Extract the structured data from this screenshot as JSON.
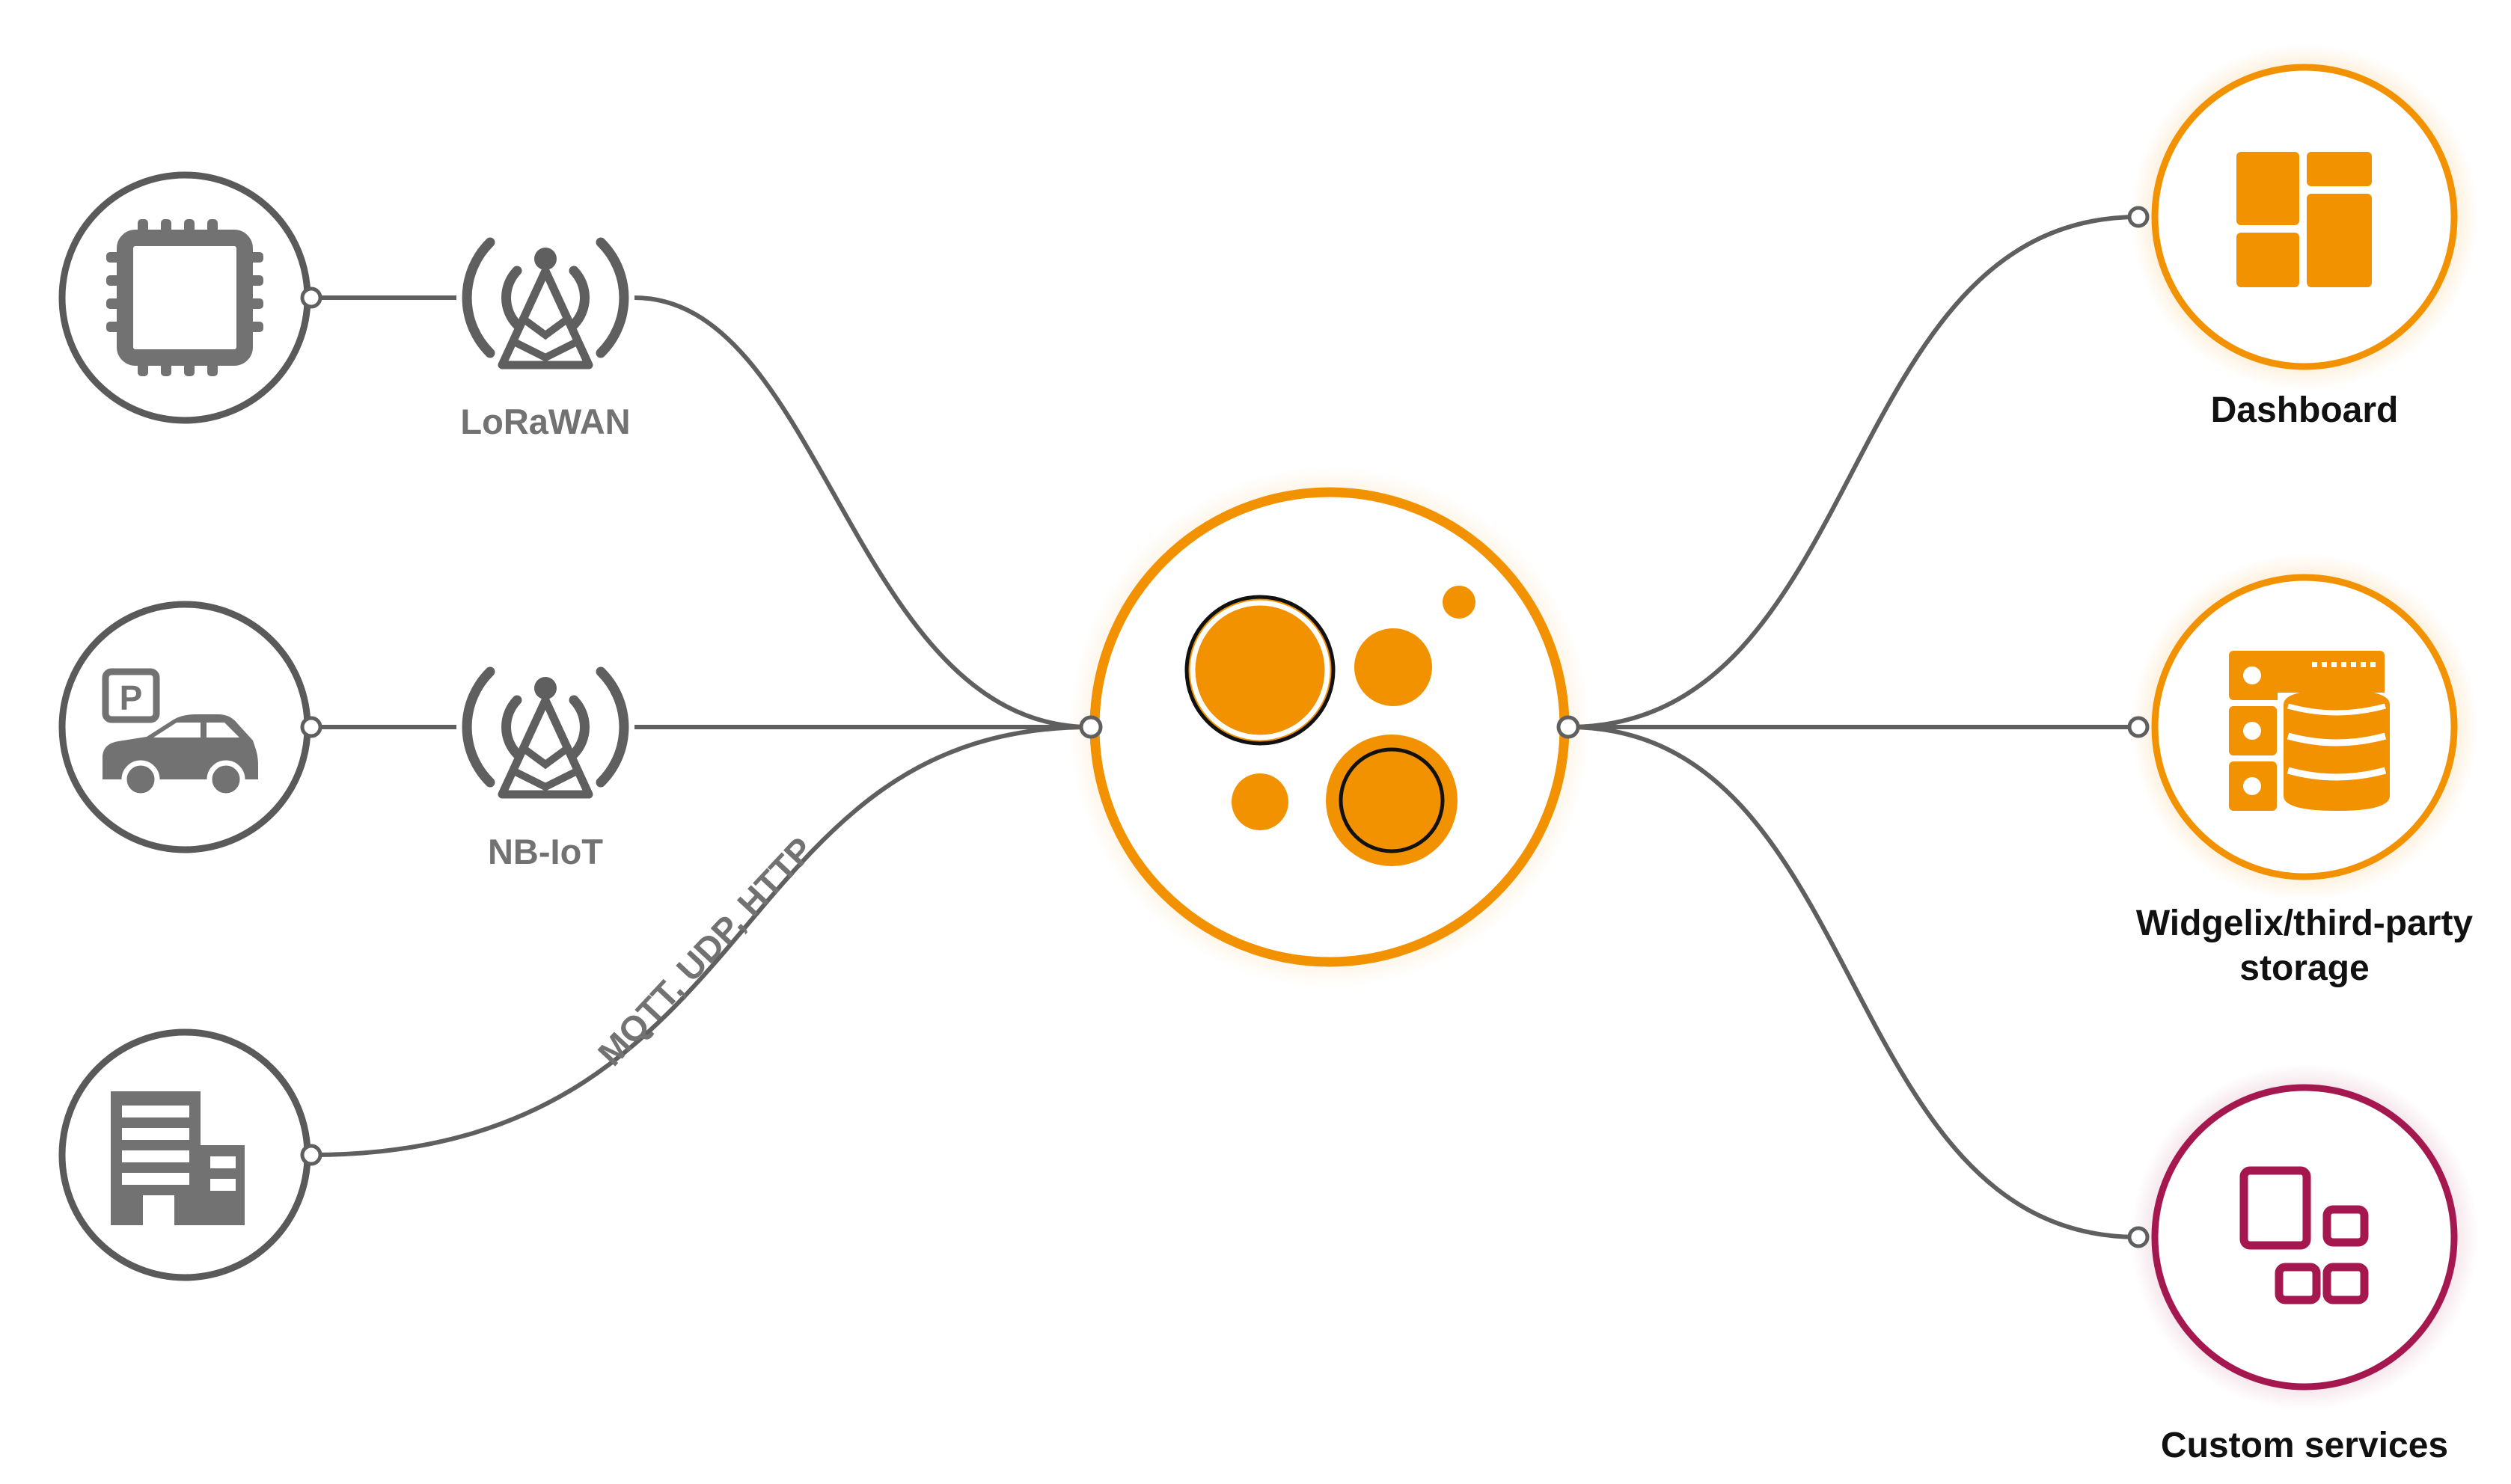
{
  "diagram": {
    "inputs": {
      "lorawan_label": "LoRaWAN",
      "nbiot_label": "NB-IoT",
      "protocols_label": "MQTT, UDP, HTTP"
    },
    "outputs": {
      "dashboard_label": "Dashboard",
      "storage_label_line1": "Widgelix/third-party",
      "storage_label_line2": "storage",
      "custom_label": "Custom services"
    },
    "icons": {
      "device_1": "chip-icon",
      "device_2": "parking-car-icon",
      "device_3": "building-icon",
      "antenna": "antenna-tower-icon",
      "hub": "platform-logo-icon",
      "dashboard": "dashboard-grid-icon",
      "storage": "server-database-icon",
      "custom": "apps-grid-icon"
    },
    "colors": {
      "device_ring": "#5a5a5a",
      "device_glyph": "#727272",
      "accent_orange": "#f29200",
      "accent_magenta": "#a5174f",
      "connector": "#5f5f5f"
    }
  }
}
